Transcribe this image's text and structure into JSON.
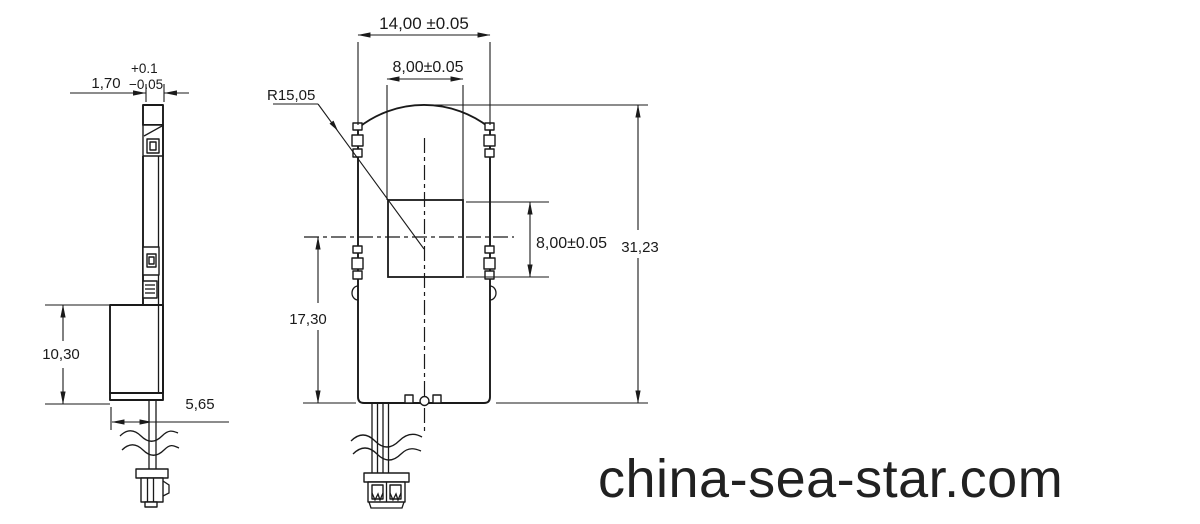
{
  "drawing": {
    "watermark": "china-sea-star.com",
    "side": {
      "thickness": "1,70",
      "thickness_tol_plus": "+0.1",
      "thickness_tol_minus": "−0.05",
      "lower_height": "10,30",
      "depth": "5,65"
    },
    "front": {
      "overall_width": "14,00 ±0.05",
      "window_width": "8,00±0.05",
      "radius": "R15,05",
      "window_height": "8,00±0.05",
      "overall_height": "31,23",
      "body_height": "17,30"
    }
  }
}
